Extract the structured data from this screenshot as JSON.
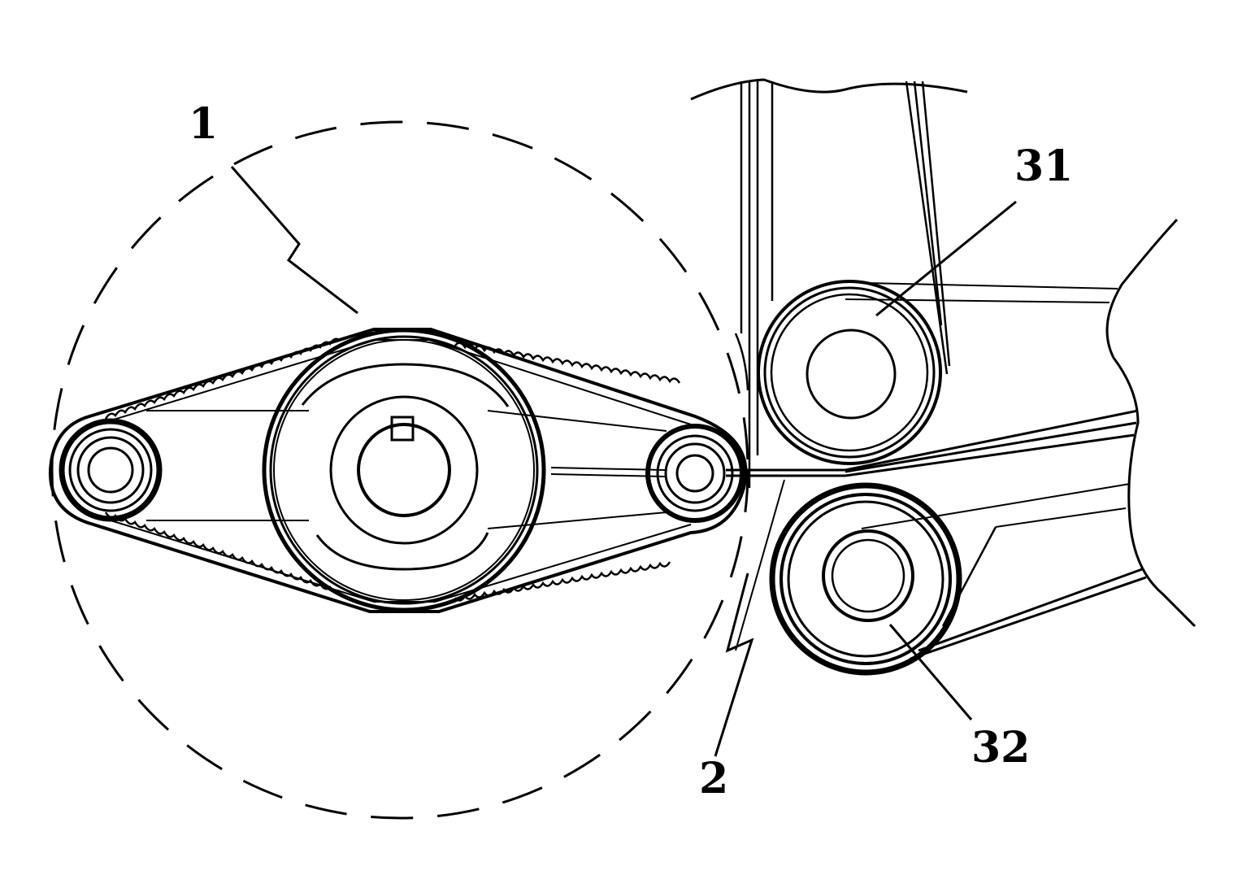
{
  "figure": {
    "labels": {
      "belt_drive_assembly": "1",
      "strip": "2",
      "upper_roller": "31",
      "lower_roller": "32"
    },
    "colors": {
      "line": "#000000",
      "background": "#ffffff"
    }
  }
}
